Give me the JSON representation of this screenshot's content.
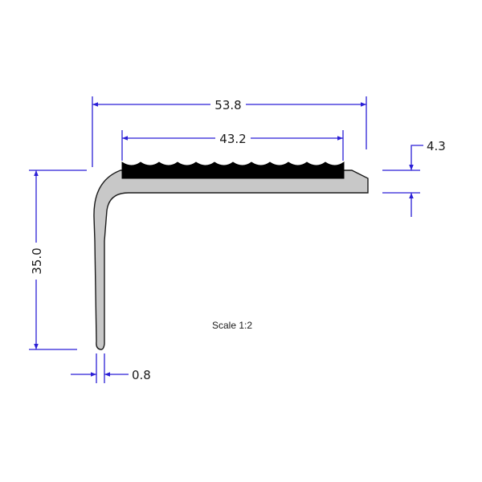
{
  "drawing": {
    "type": "stair-nosing-profile-cross-section",
    "scale_label": "Scale 1:2",
    "colors": {
      "dimension_line": "#2b1fd6",
      "profile_fill": "#c8c8c8",
      "profile_stroke": "#1a1a1a",
      "insert_fill": "#000000",
      "text": "#1a1a1a"
    },
    "dimensions": {
      "overall_width": "53.8",
      "insert_width": "43.2",
      "flange_thickness": "4.3",
      "leg_height": "35.0",
      "leg_tip_thickness": "0.8"
    }
  }
}
